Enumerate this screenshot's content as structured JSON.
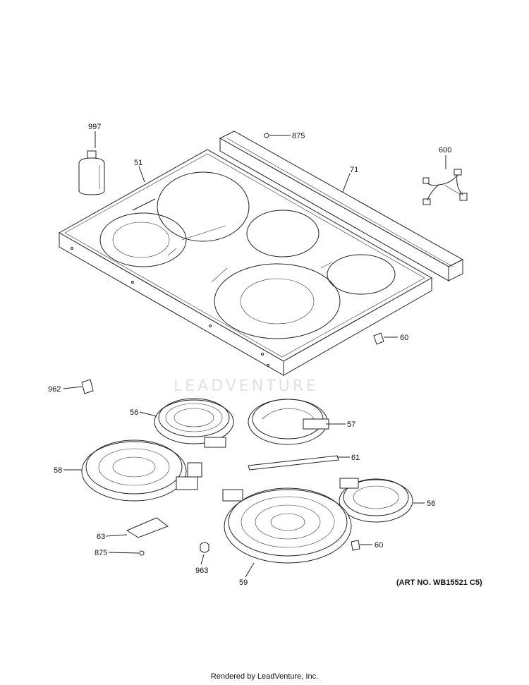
{
  "watermark": "LEADVENTURE",
  "art_number": "(ART NO. WB15521 C5)",
  "footer": "Rendered by LeadVenture, Inc.",
  "callouts": {
    "p997": "997",
    "p51": "51",
    "p875_top": "875",
    "p71": "71",
    "p600": "600",
    "p60_top": "60",
    "p962": "962",
    "p56_left": "56",
    "p57": "57",
    "p61": "61",
    "p58": "58",
    "p56_right": "56",
    "p63": "63",
    "p875_bottom": "875",
    "p963": "963",
    "p60_bottom": "60",
    "p59": "59"
  }
}
